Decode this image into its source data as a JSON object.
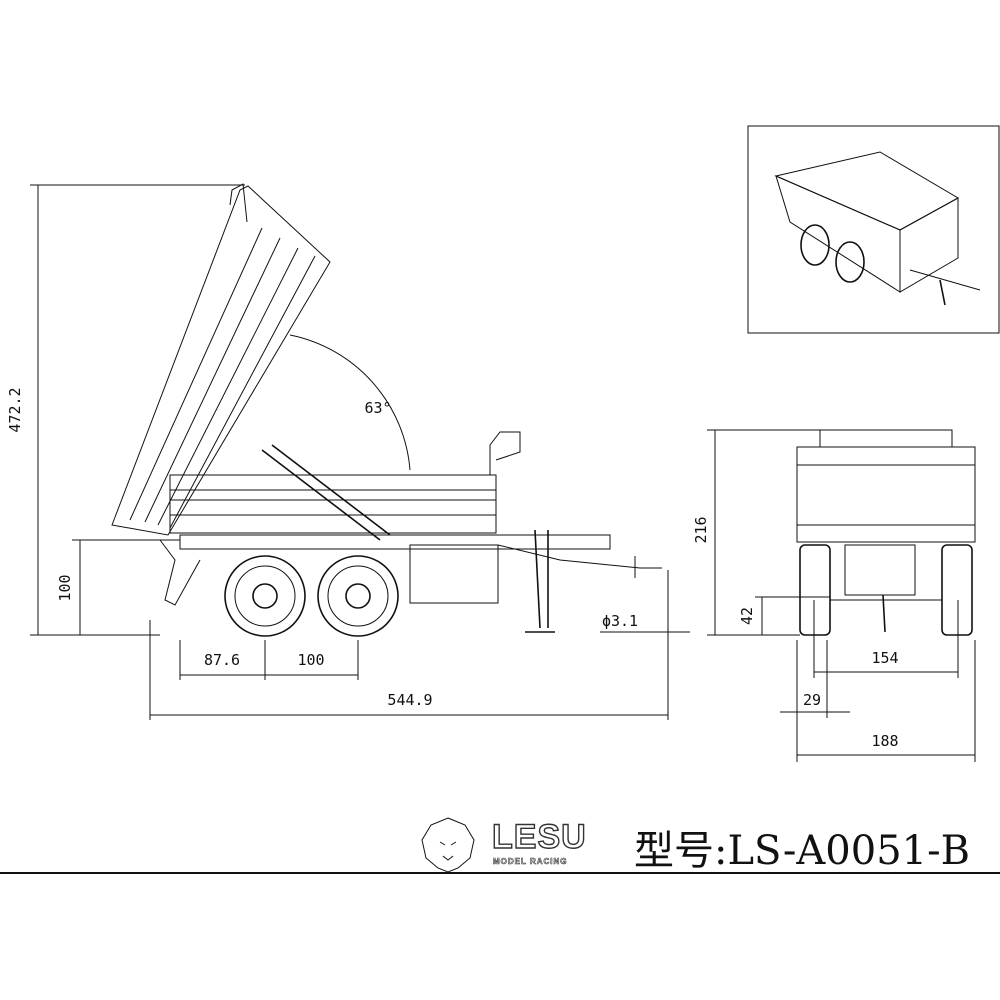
{
  "side_view": {
    "total_height": "472.2",
    "hitch_height": "100",
    "tilt_angle": "63°",
    "front_overhang": "87.6",
    "axle_spacing": "100",
    "total_length": "544.9",
    "hitch_diameter": "ϕ3.1"
  },
  "front_view": {
    "height": "216",
    "ground_clearance": "42",
    "track_width": "154",
    "wheel_width": "29",
    "overall_width": "188"
  },
  "footer": {
    "brand": "LESU",
    "brand_subtitle": "MODEL RACING",
    "model_number": "型号:LS-A0051-B"
  }
}
